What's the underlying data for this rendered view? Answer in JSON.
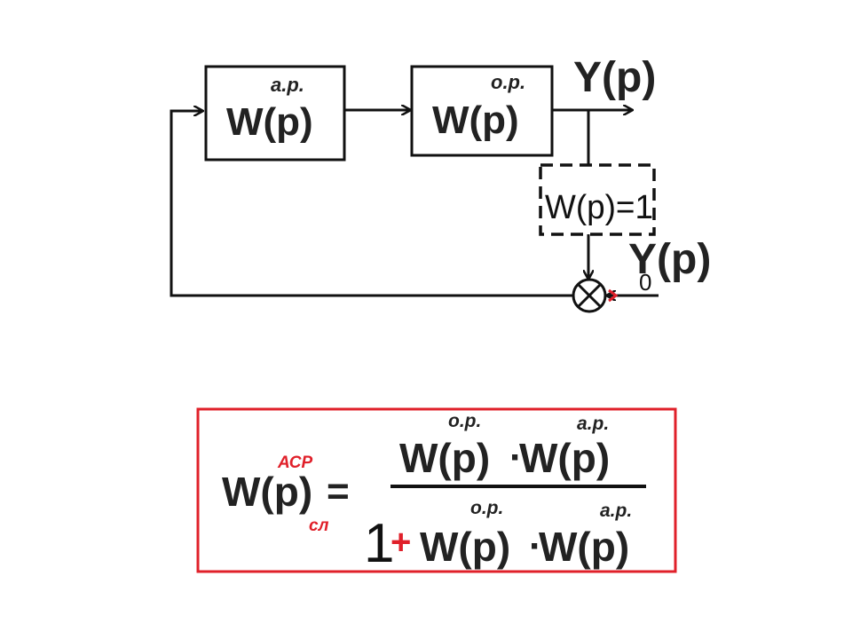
{
  "diagram": {
    "block1": {
      "main": "W(p)",
      "sup": "а.р."
    },
    "block2": {
      "main": "W(p)",
      "sup": "о.р."
    },
    "output": {
      "label": "Y(p)"
    },
    "feedback_block": {
      "label": "W(p)=1"
    },
    "setpoint": {
      "label": "Y(p)",
      "sub": "0"
    }
  },
  "formula": {
    "lhs": {
      "main": "W(p)",
      "sup": "АСР",
      "sub": "сл",
      "equals": "="
    },
    "numerator": {
      "t1": "W(p)",
      "t1_sup": "о.р.",
      "dot": "·",
      "t2": "W(p)",
      "t2_sup": "а.р."
    },
    "denominator": {
      "one": "1",
      "plus": "+",
      "t1": "W(p)",
      "t1_sup": "о.р.",
      "dot": "·",
      "t2": "W(p)",
      "t2_sup": "а.р."
    }
  },
  "colors": {
    "line": "#111111",
    "frame": "#e0202a",
    "accent": "#e0202a"
  }
}
